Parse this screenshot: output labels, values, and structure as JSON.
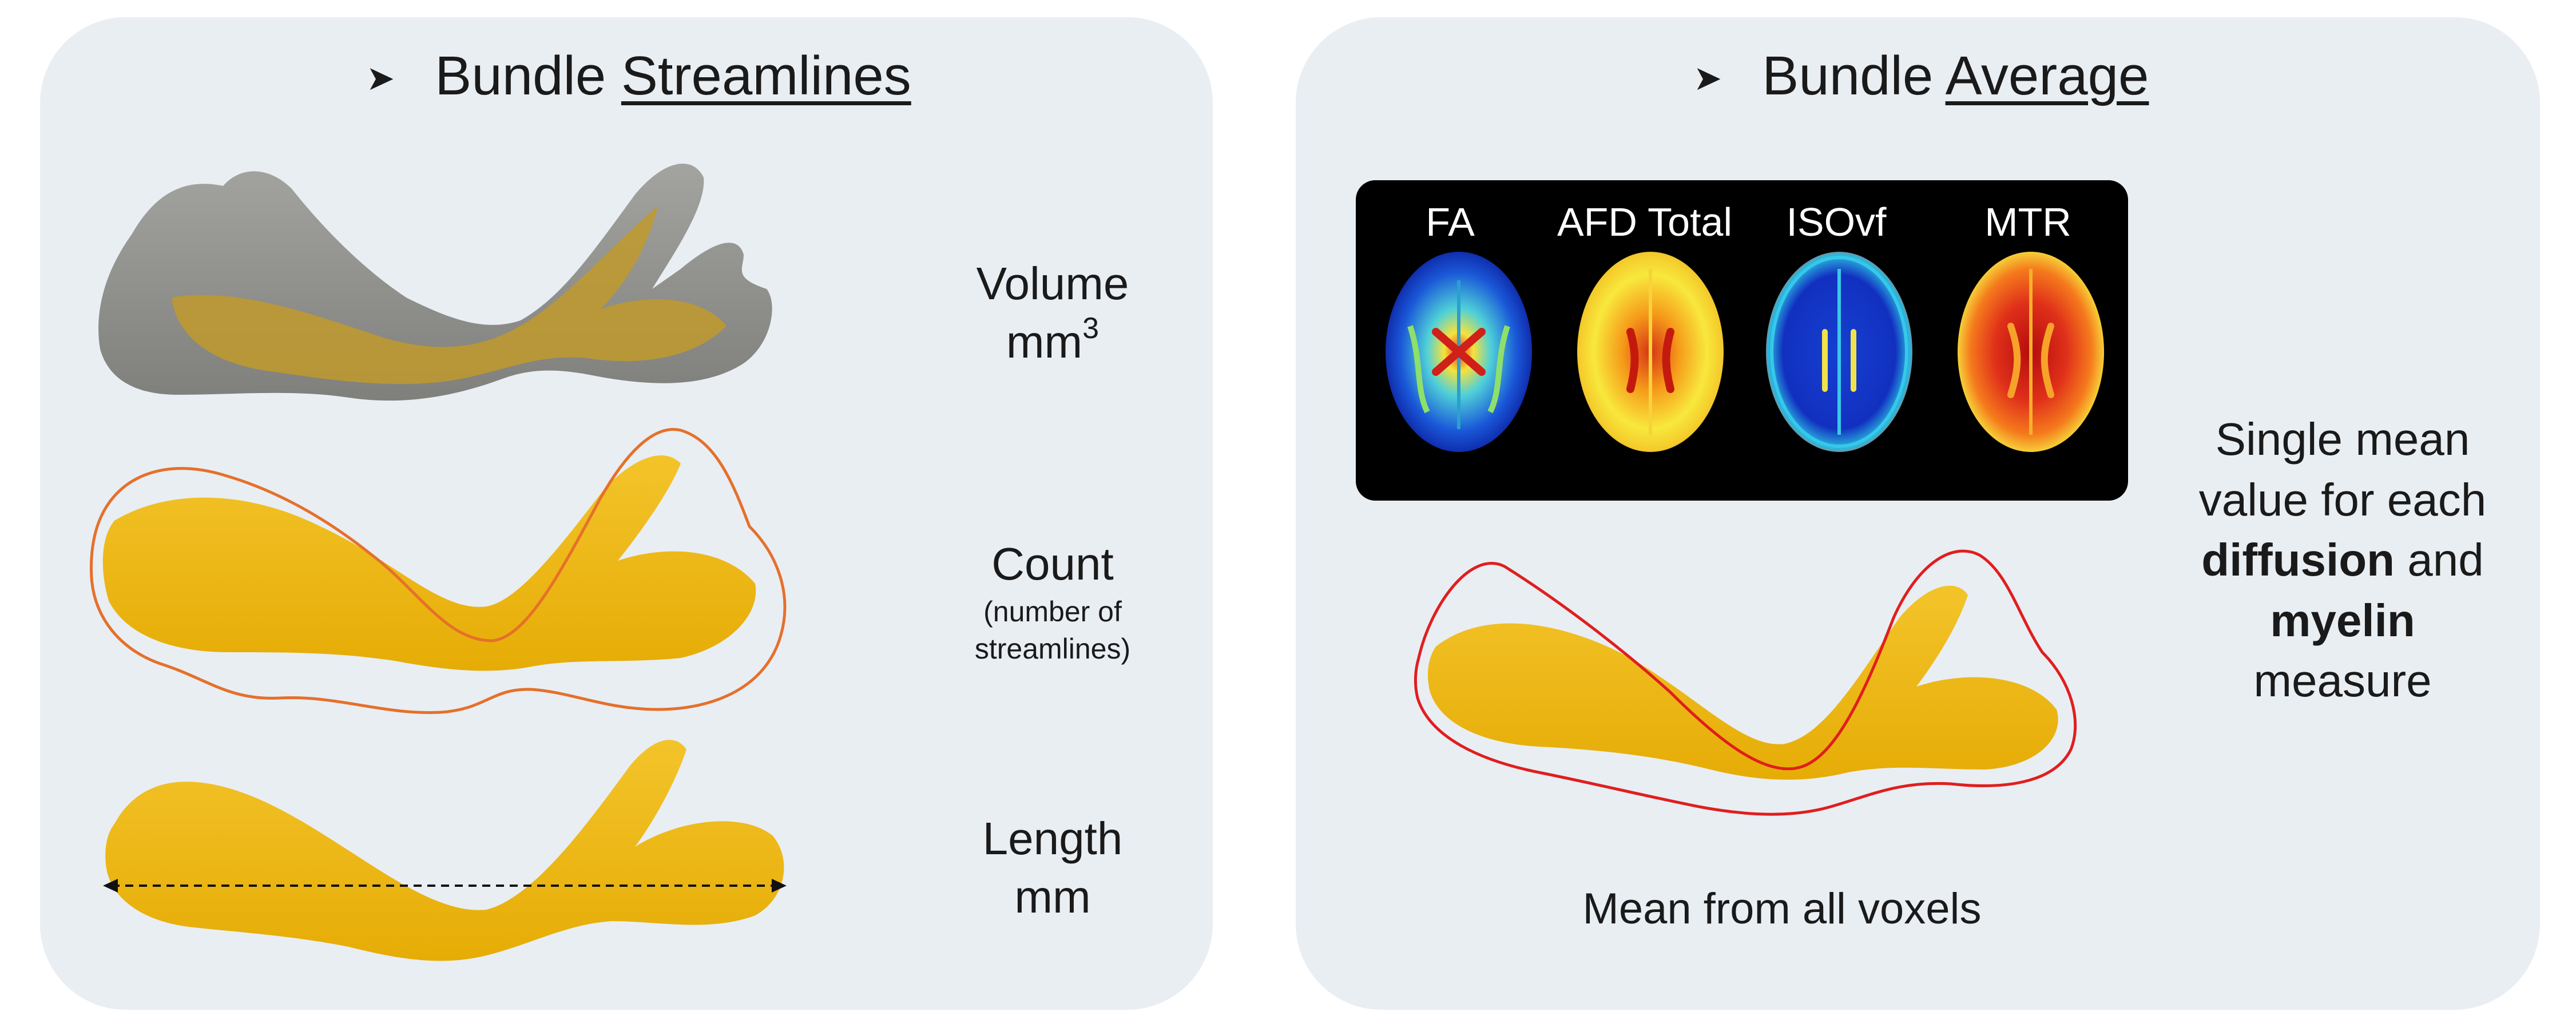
{
  "left_panel": {
    "arrow": "➤",
    "title_prefix": "Bundle ",
    "title_emphasis": "Streamlines",
    "volume": {
      "line1": "Volume",
      "unit": "mm",
      "superscript": "3"
    },
    "count": {
      "line1": "Count",
      "note_line1": "(number of",
      "note_line2": "streamlines)"
    },
    "length": {
      "line1": "Length",
      "unit": "mm"
    }
  },
  "right_panel": {
    "arrow": "➤",
    "title_prefix": "Bundle ",
    "title_emphasis": "Average",
    "maps": [
      "FA",
      "AFD Total",
      "ISOvf",
      "MTR"
    ],
    "caption": "Mean from all voxels",
    "description": {
      "line1": "Single mean",
      "line2": "value for each",
      "bold1": "diffusion",
      "and": " and",
      "bold2": "myelin",
      "line5": "measure"
    }
  },
  "colors": {
    "panel_bg": "#e9eef3",
    "streamline_yellow": "#eeb90a",
    "volume_gray": "#8f8f8f",
    "count_outline": "#e5702a",
    "average_outline": "#e01e1e",
    "map_box_bg": "#000000"
  }
}
